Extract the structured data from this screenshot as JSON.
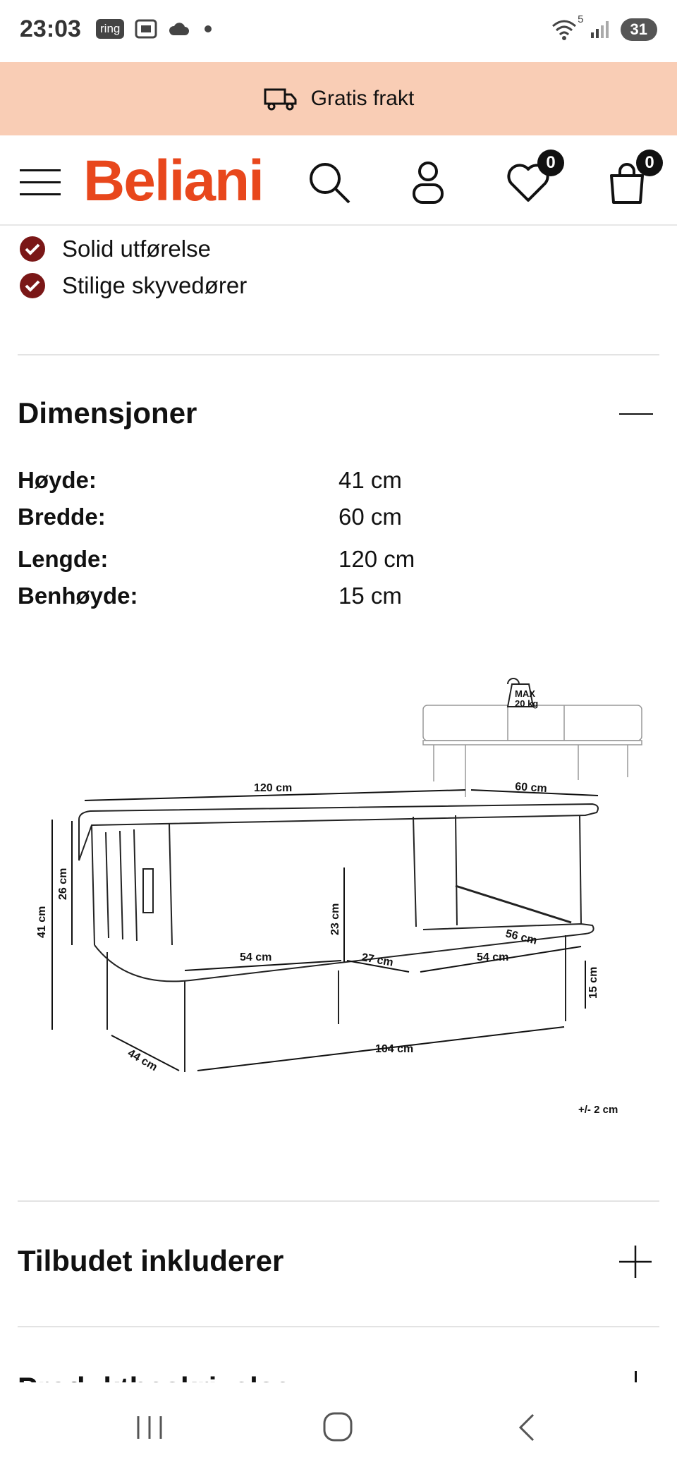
{
  "status": {
    "time": "23:03",
    "ring_label": "ring",
    "wifi_superscript": "5",
    "battery": "31"
  },
  "banner": {
    "text": "Gratis frakt",
    "icon": "truck-icon"
  },
  "header": {
    "logo": "Beliani",
    "wishlist_count": "0",
    "cart_count": "0"
  },
  "features": [
    {
      "label": "Solid utførelse"
    },
    {
      "label": "Stilige skyvedører"
    }
  ],
  "dimensions": {
    "title": "Dimensjoner",
    "rows": [
      {
        "label": "Høyde:",
        "value": "41 cm"
      },
      {
        "label": "Bredde:",
        "value": "60 cm"
      },
      {
        "label": "Lengde:",
        "value": "120 cm"
      },
      {
        "label": "Benhøyde:",
        "value": "15 cm"
      }
    ]
  },
  "diagram": {
    "max_label": "MAX",
    "max_weight": "20 kg",
    "tolerance": "+/- 2 cm",
    "labels": {
      "length": "120 cm",
      "width": "60 cm",
      "height": "41 cm",
      "inner_height": "26 cm",
      "shelf_height": "23 cm",
      "shelf_depth": "56 cm",
      "left_shelf": "54 cm",
      "mid_gap": "27 cm",
      "right_shelf": "54 cm",
      "leg_height": "15 cm",
      "leg_span": "104 cm",
      "leg_depth": "44 cm"
    }
  },
  "sections": [
    {
      "title": "Tilbudet inkluderer"
    },
    {
      "title": "Produktbeskrivelse"
    }
  ]
}
